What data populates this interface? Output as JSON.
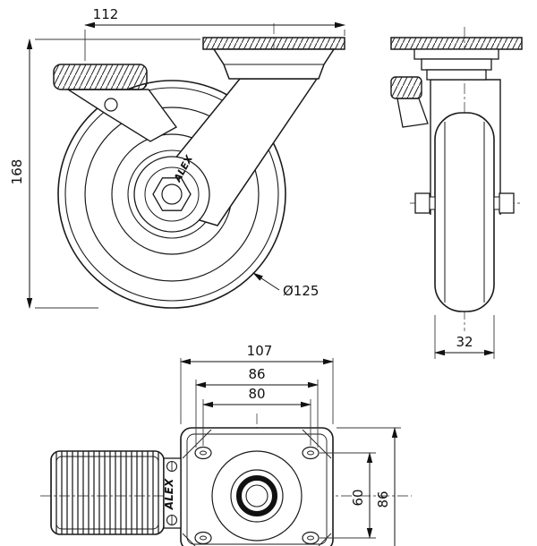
{
  "brand": "ALEX",
  "dimensions": {
    "overall_width": "112",
    "overall_height": "168",
    "wheel_diameter": "Ø125",
    "wheel_width": "32",
    "plate_width": "107",
    "bolt_span_h_outer": "86",
    "bolt_span_h_inner": "80",
    "bolt_span_v": "60",
    "plate_depth": "86"
  }
}
